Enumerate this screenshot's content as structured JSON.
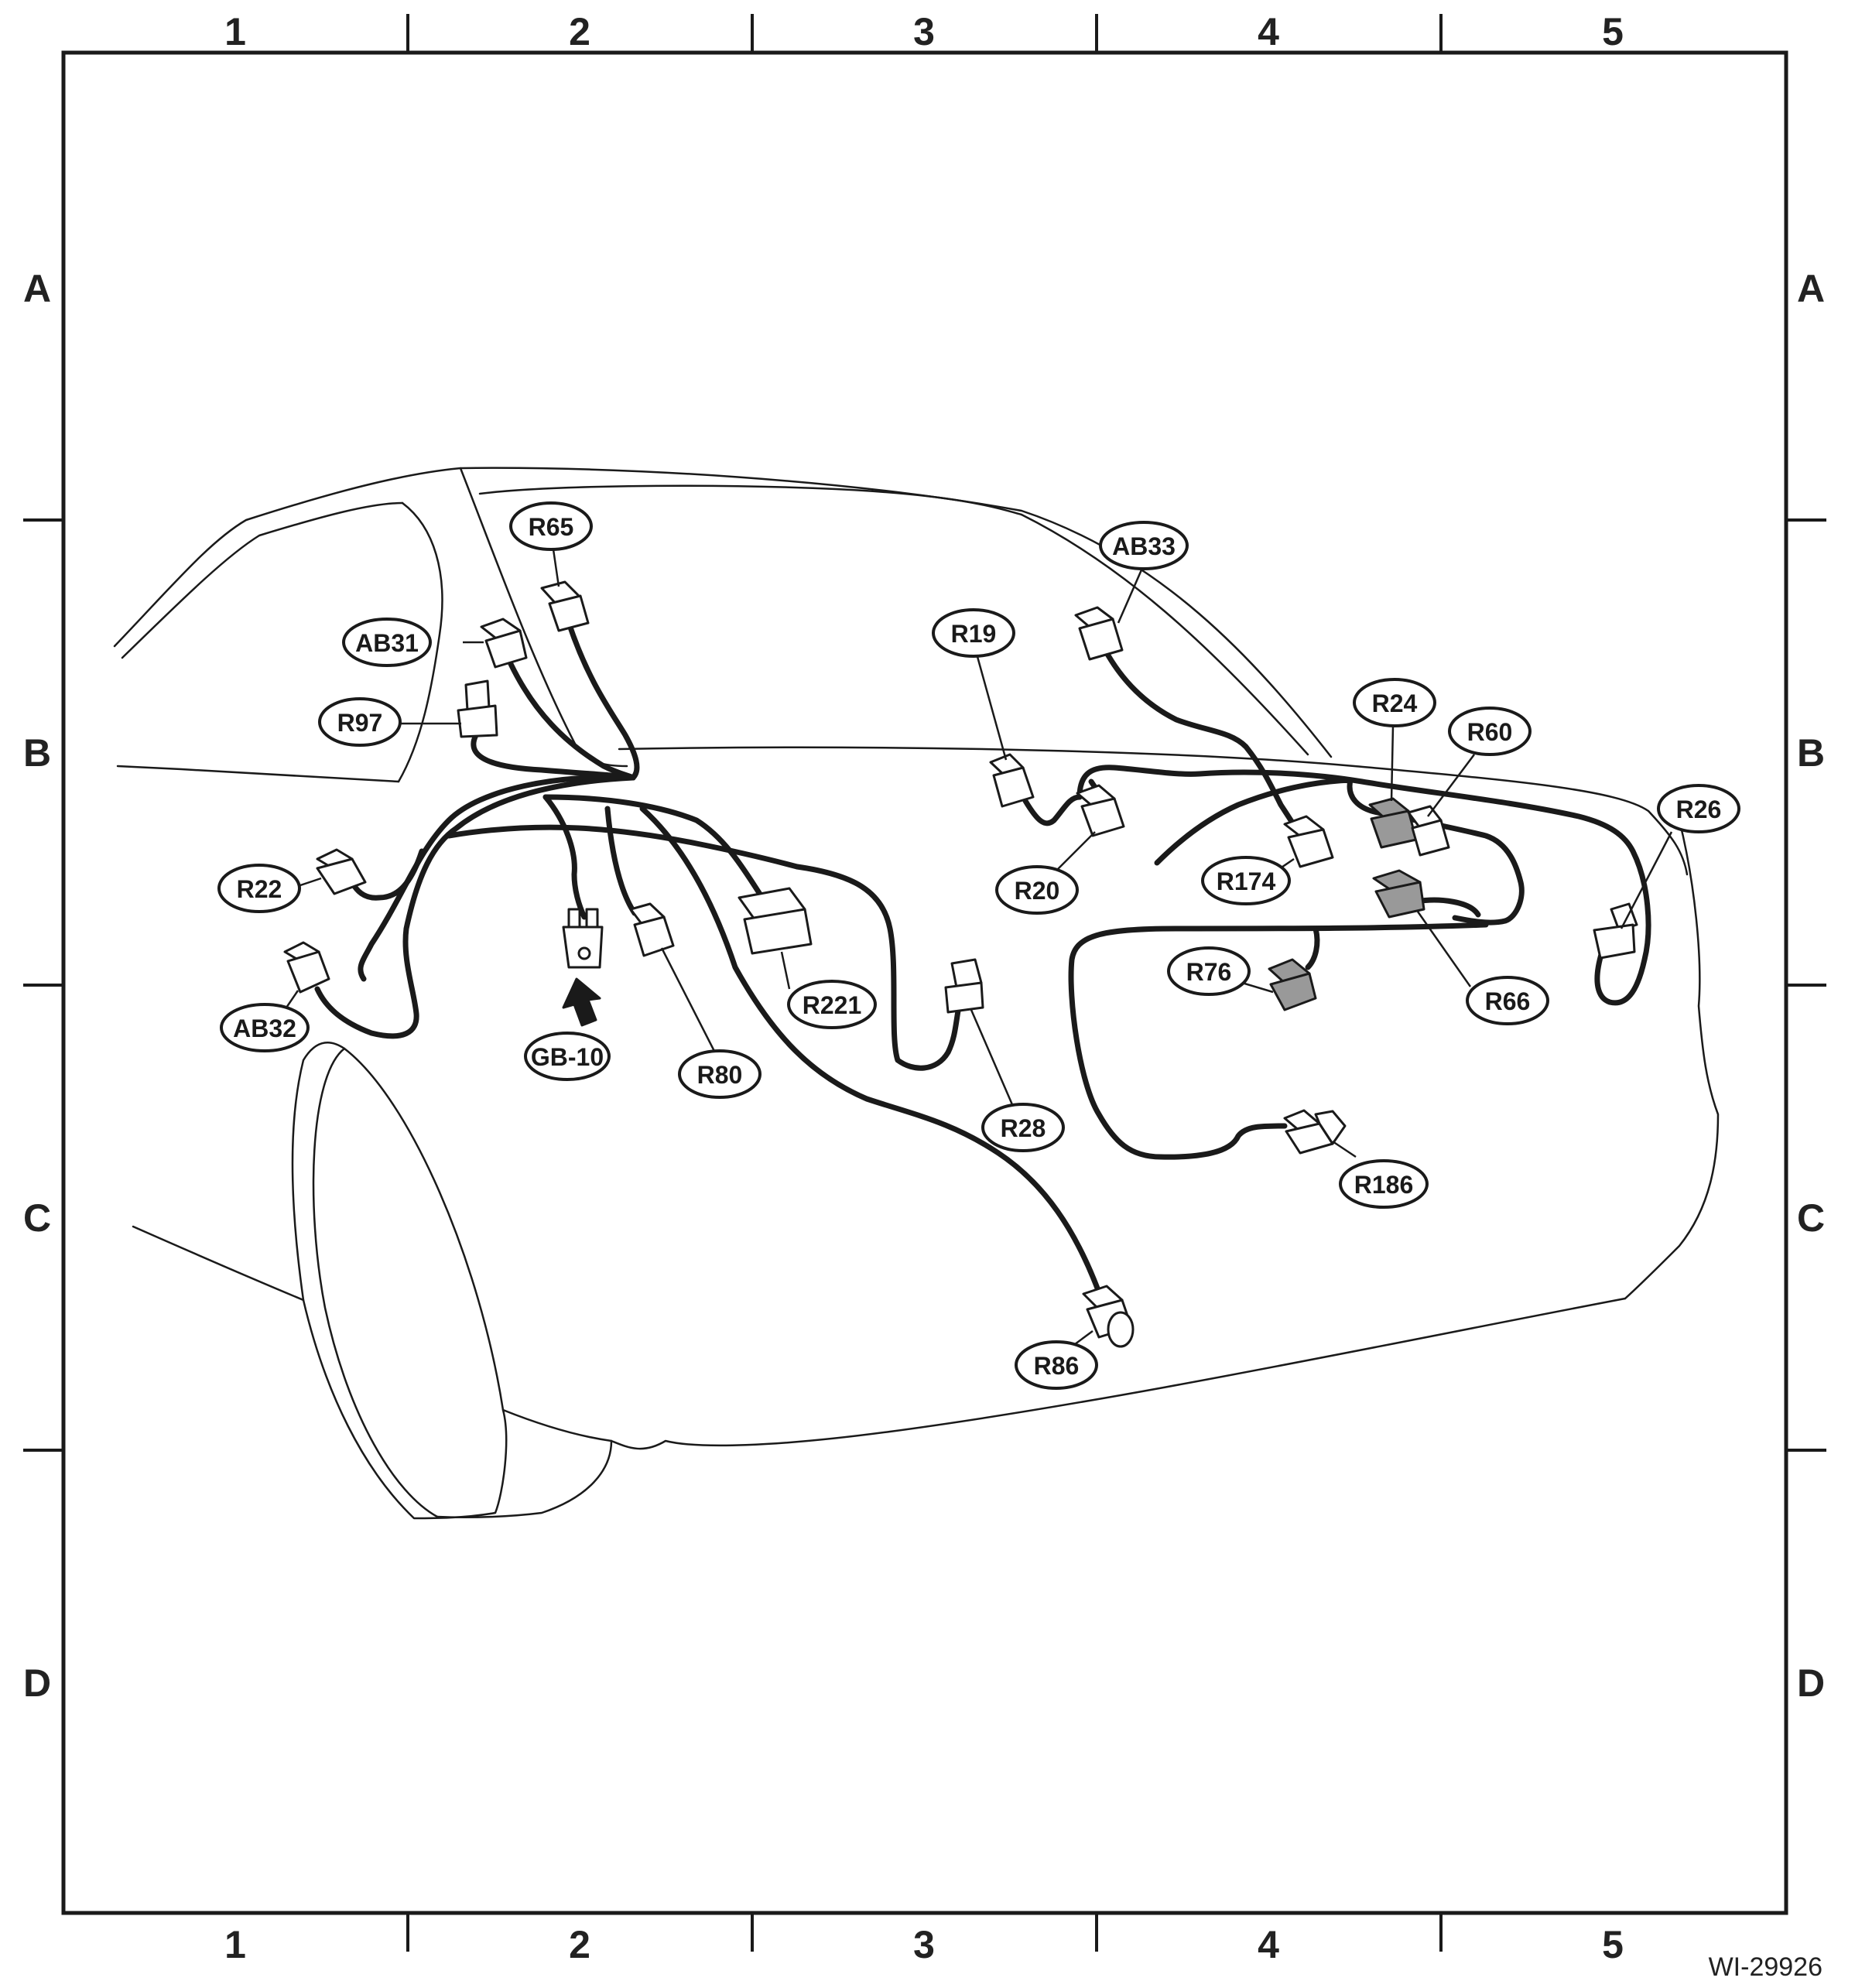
{
  "grid": {
    "columns": [
      "1",
      "2",
      "3",
      "4",
      "5"
    ],
    "rows": [
      "A",
      "B",
      "C",
      "D"
    ]
  },
  "connectors": [
    {
      "id": "R65"
    },
    {
      "id": "AB31"
    },
    {
      "id": "R97"
    },
    {
      "id": "R22"
    },
    {
      "id": "AB32"
    },
    {
      "id": "GB-10"
    },
    {
      "id": "R80"
    },
    {
      "id": "R221"
    },
    {
      "id": "R28"
    },
    {
      "id": "R86"
    },
    {
      "id": "R19"
    },
    {
      "id": "R20"
    },
    {
      "id": "AB33"
    },
    {
      "id": "R174"
    },
    {
      "id": "R24"
    },
    {
      "id": "R60"
    },
    {
      "id": "R26"
    },
    {
      "id": "R76"
    },
    {
      "id": "R66"
    },
    {
      "id": "R186"
    }
  ],
  "figure_code": "WI-29926",
  "colors": {
    "line": "#1a1a1a",
    "harness": "#1a1a1a",
    "shaded_connector": "#999999",
    "background": "#ffffff"
  }
}
